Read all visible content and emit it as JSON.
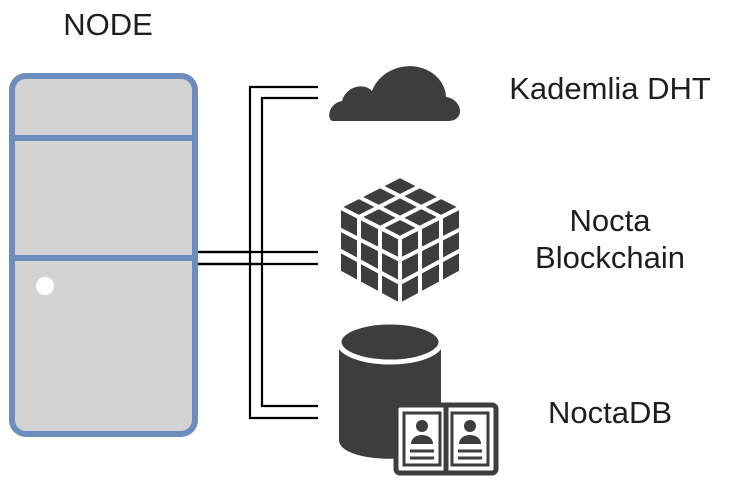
{
  "node": {
    "title": "NODE"
  },
  "components": [
    {
      "icon": "cloud-icon",
      "lines": [
        "Kademlia DHT"
      ]
    },
    {
      "icon": "cube-grid-icon",
      "lines": [
        "Nocta",
        "Blockchain"
      ]
    },
    {
      "icon": "database-icon",
      "lines": [
        "NoctaDB"
      ]
    }
  ],
  "colors": {
    "server_fill": "#d3d3d3",
    "server_border": "#6d8dbf",
    "icon_fill": "#3d3d3d",
    "connector": "#000000"
  }
}
